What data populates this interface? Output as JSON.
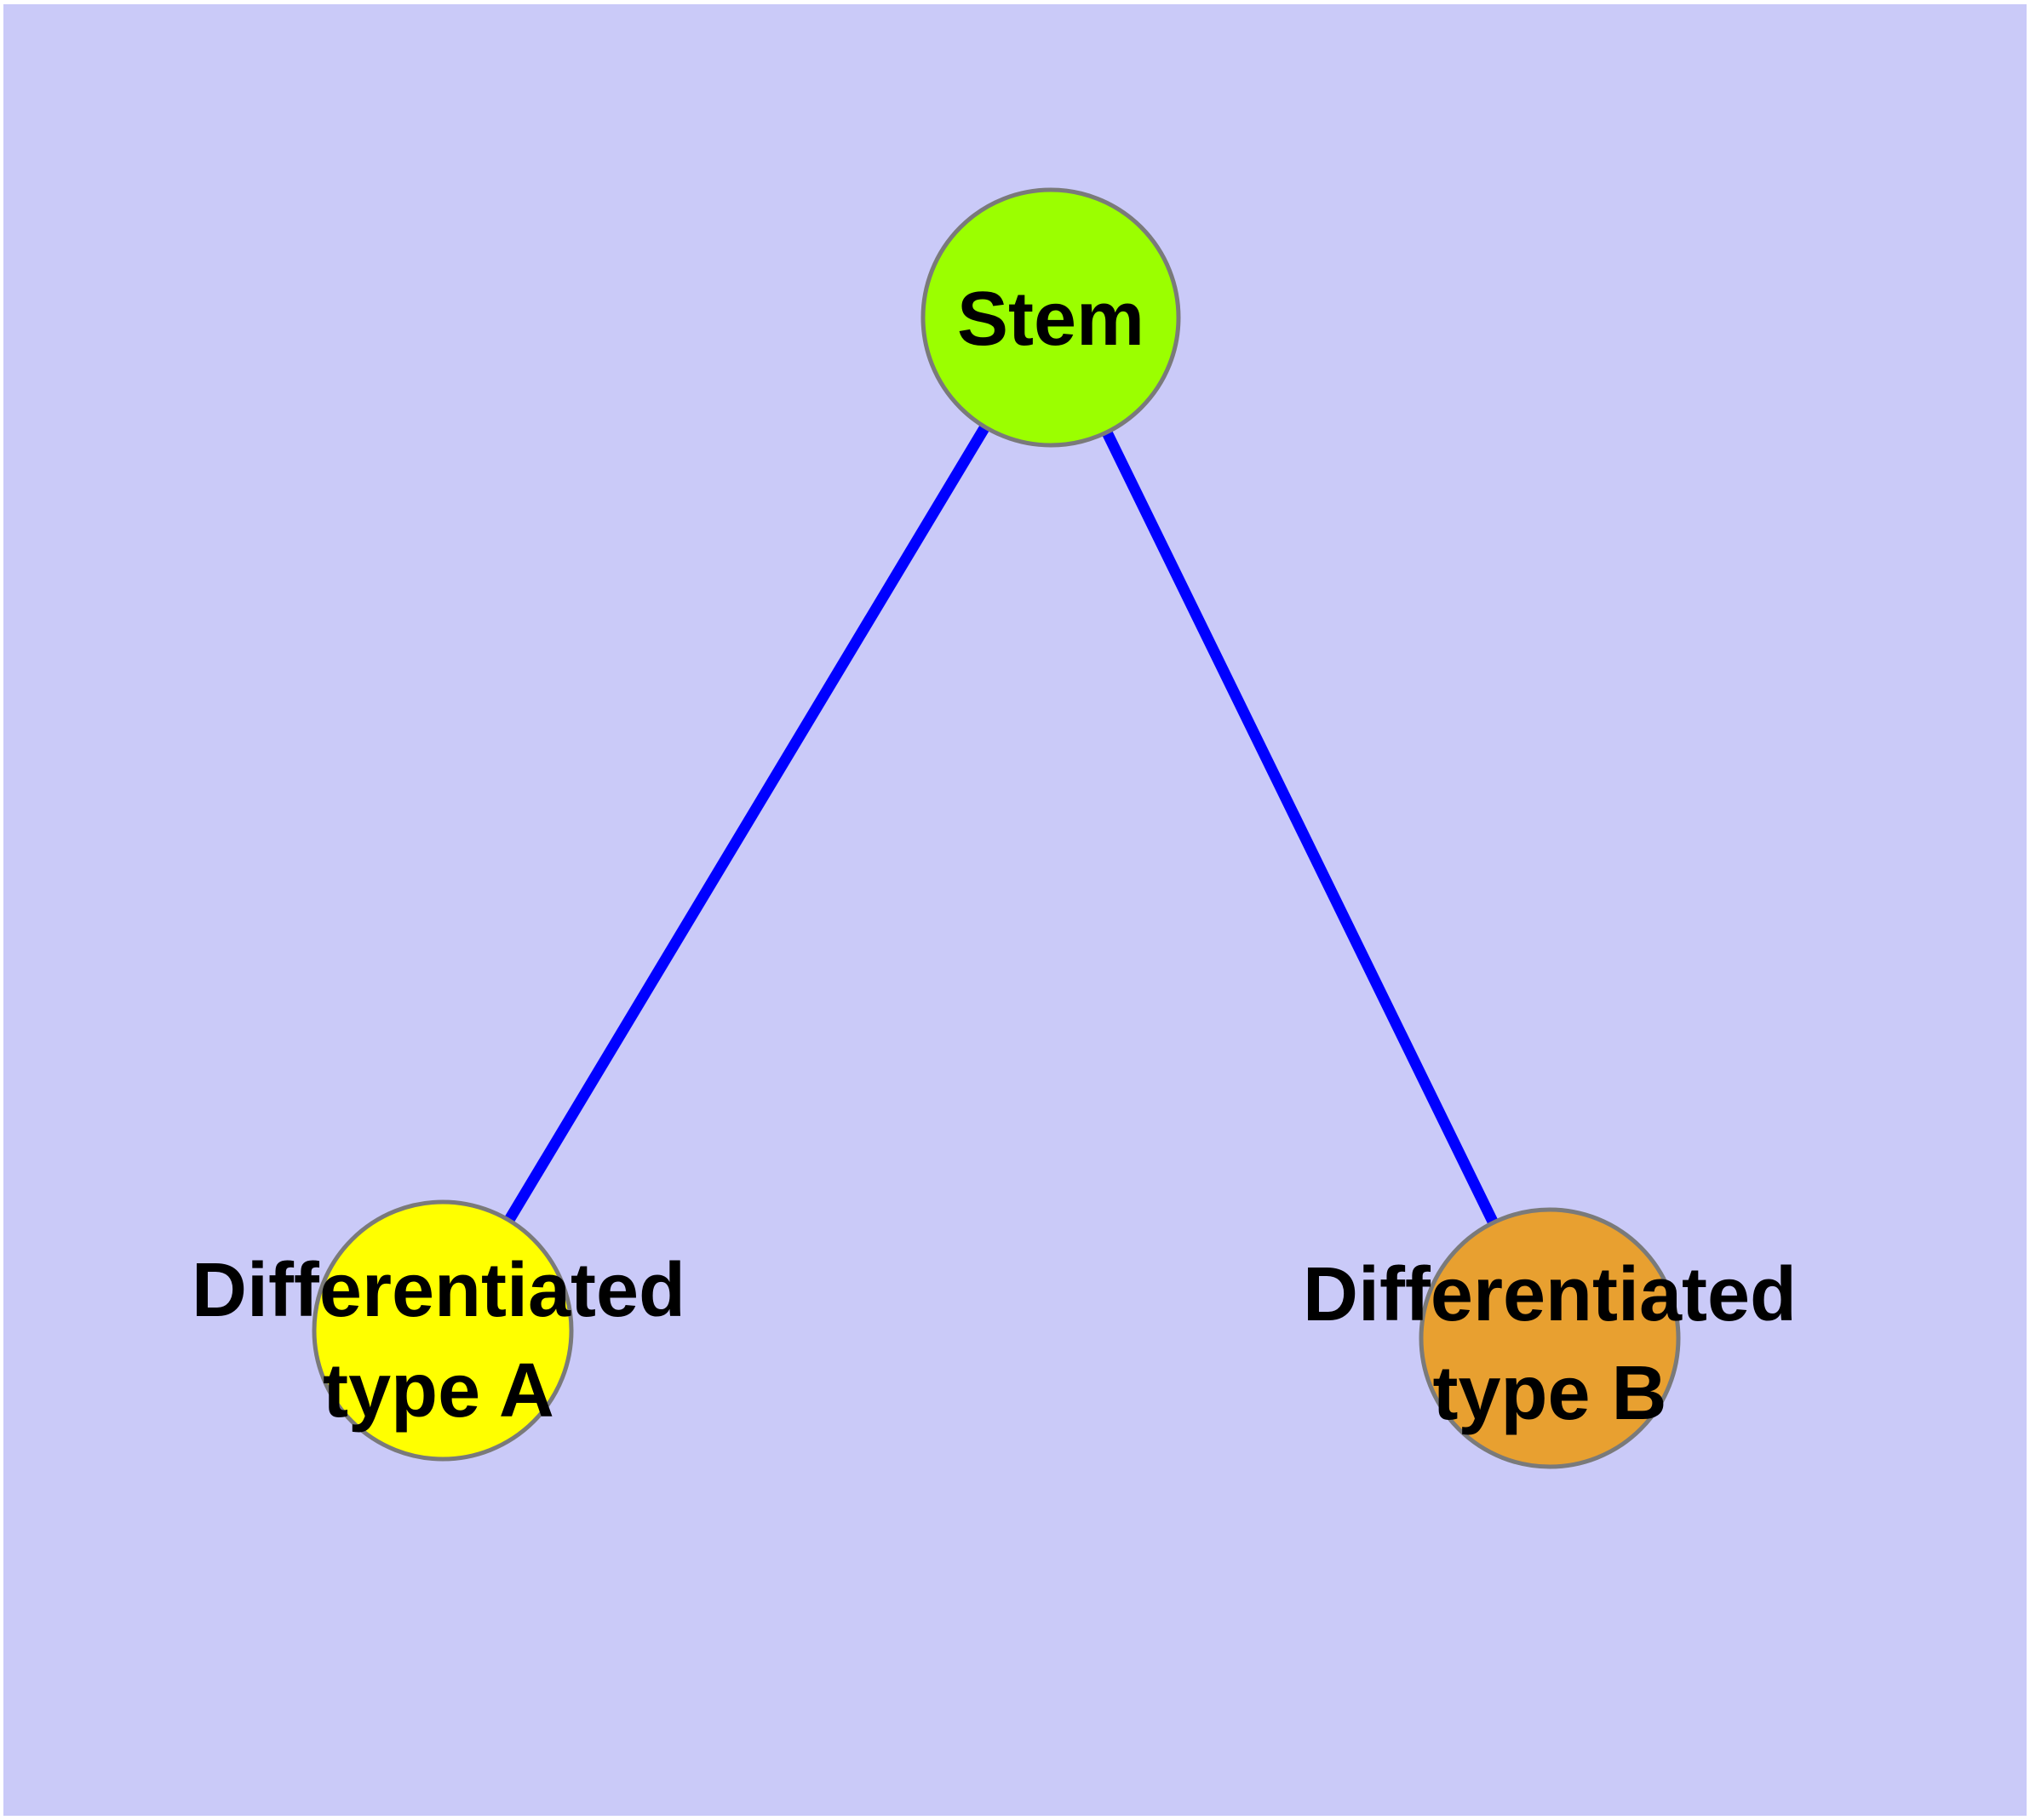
{
  "diagram": {
    "type": "node-link-graph",
    "background_color": "#CACAF8",
    "margin_color": "#FFFFFF",
    "edge_color": "#0000FF",
    "node_border_color": "#7A7A7A",
    "label_color": "#000000",
    "nodes": [
      {
        "id": "stem",
        "label": "Stem",
        "fill": "#9BFF00"
      },
      {
        "id": "differentiated-type-a",
        "label": "Differentiated type A",
        "label_line1": "Differentiated",
        "label_line2": "type A",
        "fill": "#FFFF00"
      },
      {
        "id": "differentiated-type-b",
        "label": "Differentiated type B",
        "label_line1": "Differentiated",
        "label_line2": "type B",
        "fill": "#E8A030"
      }
    ],
    "edges": [
      {
        "from": "Stem",
        "to": "Differentiated type A"
      },
      {
        "from": "Stem",
        "to": "Differentiated type B"
      }
    ]
  }
}
